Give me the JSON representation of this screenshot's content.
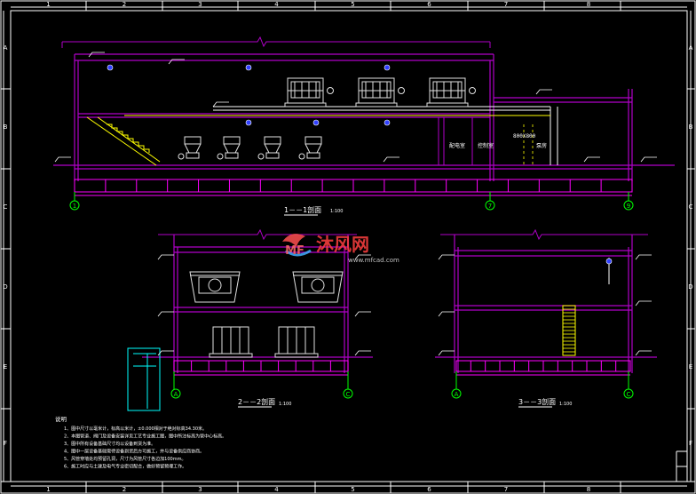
{
  "colors": {
    "background": "#000000",
    "frame": "#ffffff",
    "section": "#b000c8",
    "magenta": "#ff00ff",
    "yellow": "#ffff00",
    "green": "#00ff00",
    "cyan": "#00ffff",
    "blue": "#3040ff",
    "grey": "#b8b8b8",
    "red": "#ff3030",
    "watermark": "#ff4040"
  },
  "grid_columns": [
    "1",
    "2",
    "3",
    "4",
    "5",
    "6",
    "7",
    "8"
  ],
  "grid_rows": [
    "A",
    "B",
    "C",
    "D",
    "E",
    "F"
  ],
  "sections": {
    "s1": {
      "title": "1－－1剖面",
      "scale": "1:100"
    },
    "s2": {
      "title": "2－－2剖面",
      "scale": "1:100"
    },
    "s3": {
      "title": "3－－3剖面",
      "scale": "1:100"
    }
  },
  "axis_markers": {
    "s1_left": "1",
    "s1_mid": "7",
    "s1_right": "9",
    "s2_left": "A",
    "s2_right": "C",
    "s3_left": "A",
    "s3_right": "C"
  },
  "room_labels": {
    "room_a": "配电室",
    "room_b": "控制室",
    "room_c": "泵房",
    "opening": "800X800"
  },
  "notes": {
    "heading": "说明",
    "items": [
      "1、图中尺寸以毫米计，标高以米计，±0.000相对于绝对标高34.30米。",
      "2、本图管道、阀门及设备安装详见工艺专业施工图，图中所注标高为管中心标高。",
      "3、图中所有设备基础尺寸均以设备到货为准。",
      "4、图中一层设备基础需待设备到货后方可施工，并与设备供应商协商。",
      "5、风管穿墙处均预留孔洞，尺寸为风管尺寸各边加100mm。",
      "6、施工时应与土建及电气专业密切配合，做好预留预埋工作。"
    ]
  },
  "watermark": {
    "brand": "沐风网",
    "url": "www.mfcad.com"
  }
}
